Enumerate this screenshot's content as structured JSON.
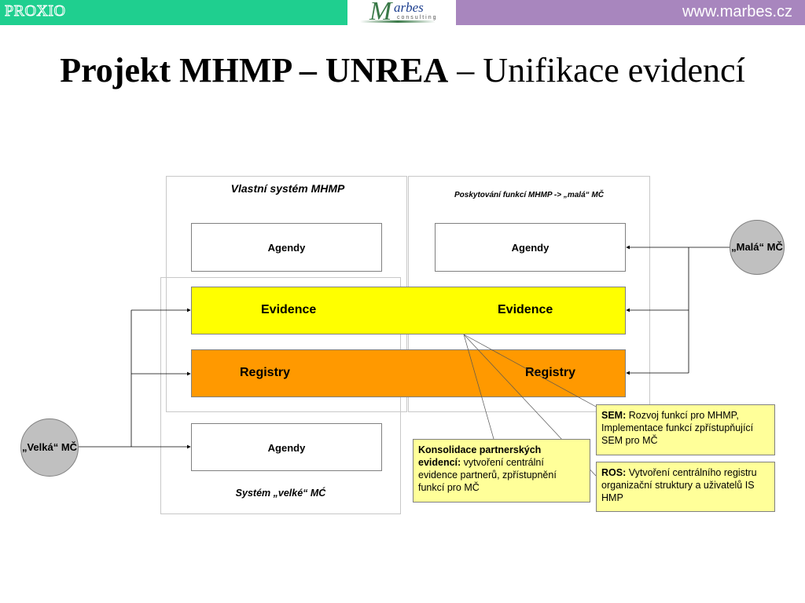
{
  "header": {
    "left_text": "PROXIO",
    "url": "www.marbes.cz",
    "logo": {
      "word": "arbes",
      "initial": "M",
      "sub": "consulting"
    }
  },
  "title": {
    "bold": "Projekt MHMP – UNREA",
    "normal": " – Unifikace evidencí"
  },
  "diagram": {
    "frame_mhmp_title": "Vlastní systém MHMP",
    "frame_services_title": "Poskytování funkcí MHMP -> „malá“ MČ",
    "frame_velke_title": "Systém „velké“ MĆ",
    "agendy_mhmp": "Agendy",
    "agendy_services": "Agendy",
    "agendy_velke": "Agendy",
    "evidence_left": "Evidence",
    "evidence_right": "Evidence",
    "registry_left": "Registry",
    "registry_right": "Registry",
    "mala_mc": "„Malá“ MČ",
    "velka_mc": "„Velká“ MČ",
    "note_konsolidace": {
      "bold": "Konsolidace partnerských evidencí:",
      "text": " vytvoření centrální evidence partnerů, zpřístupnění funkcí pro MČ"
    },
    "note_sem": {
      "bold": "SEM:",
      "text": " Rozvoj funkcí pro MHMP, Implementace funkcí zpřístupňující SEM pro MČ"
    },
    "note_ros": {
      "bold": "ROS:",
      "text": " Vytvoření centrálního registru organizační struktury a uživatelů IS HMP"
    }
  },
  "colors": {
    "header_green": "#1fcf8f",
    "header_purple": "#a886be",
    "evidence_band": "#ffff00",
    "registry_band": "#ff9900",
    "note_fill": "#ffff99",
    "circle_fill": "#c0c0c0"
  }
}
